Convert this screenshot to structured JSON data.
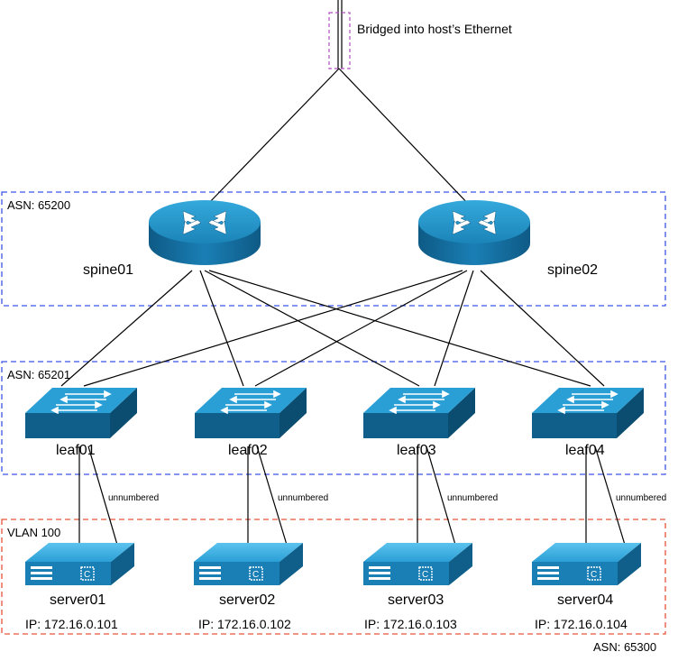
{
  "uplink": {
    "caption": "Bridged into host’s Ethernet"
  },
  "zones": {
    "spine": {
      "label": "ASN: 65200",
      "color": "#3b55e6"
    },
    "leaf": {
      "label": "ASN: 65201",
      "color": "#3b55e6"
    },
    "server": {
      "label": "VLAN 100",
      "color": "#e8533a"
    },
    "server_asn": "ASN: 65300"
  },
  "spines": [
    {
      "name": "spine01"
    },
    {
      "name": "spine02"
    }
  ],
  "leaves": [
    {
      "name": "leaf01",
      "link_label": "unnumbered"
    },
    {
      "name": "leaf02",
      "link_label": "unnumbered"
    },
    {
      "name": "leaf03",
      "link_label": "unnumbered"
    },
    {
      "name": "leaf04",
      "link_label": "unnumbered"
    }
  ],
  "servers": [
    {
      "name": "server01",
      "ip": "IP: 172.16.0.101"
    },
    {
      "name": "server02",
      "ip": "IP: 172.16.0.102"
    },
    {
      "name": "server03",
      "ip": "IP: 172.16.0.103"
    },
    {
      "name": "server04",
      "ip": "IP: 172.16.0.104"
    }
  ],
  "colors": {
    "device_blue": "#1a7fb5",
    "device_dark": "#0f5f8a",
    "device_top": "#2a9fd6",
    "bridge_box": "#b04fc0"
  },
  "icons": {
    "spine": "router-icon",
    "leaf": "switch-icon",
    "server": "server-icon"
  }
}
